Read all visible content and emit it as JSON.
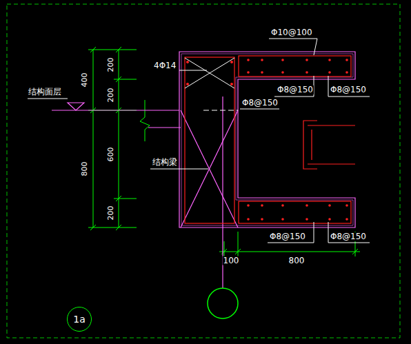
{
  "diagram": {
    "nodes": [
      {
        "text": [
          "1a"
        ]
      }
    ],
    "labels": [
      "Φ10@100",
      "4Φ14",
      "结构面层",
      "Φ8@150",
      "Φ8@150",
      "Φ8@150",
      "结构梁",
      "Φ8@150",
      "Φ8@150",
      "400",
      "200",
      "200",
      "800",
      "600",
      "200",
      "100",
      "800"
    ]
  }
}
